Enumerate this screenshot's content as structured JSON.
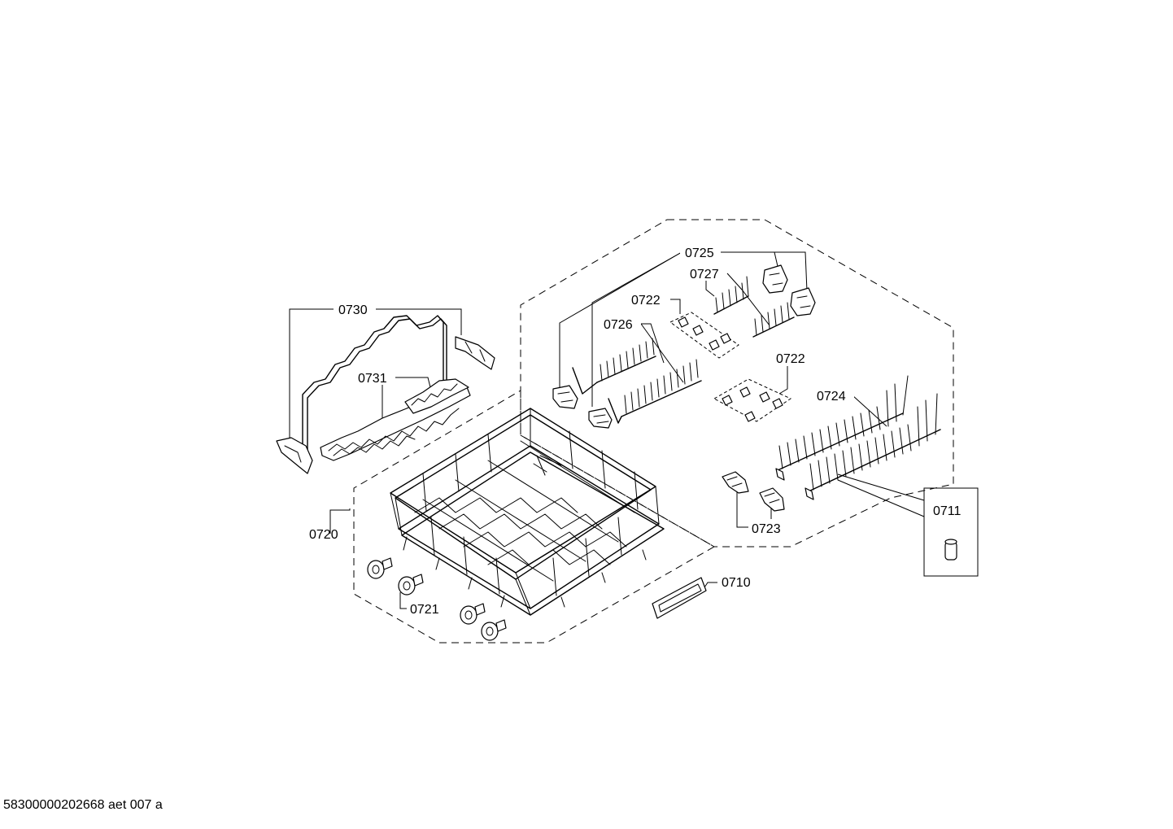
{
  "labels": {
    "p0725": "0725",
    "p0727": "0727",
    "p0722a": "0722",
    "p0726": "0726",
    "p0722b": "0722",
    "p0730": "0730",
    "p0731": "0731",
    "p0724": "0724",
    "p0711": "0711",
    "p0723": "0723",
    "p0720": "0720",
    "p0710": "0710",
    "p0721": "0721"
  },
  "footer": {
    "code": "58300000202668 aet 007 a"
  }
}
